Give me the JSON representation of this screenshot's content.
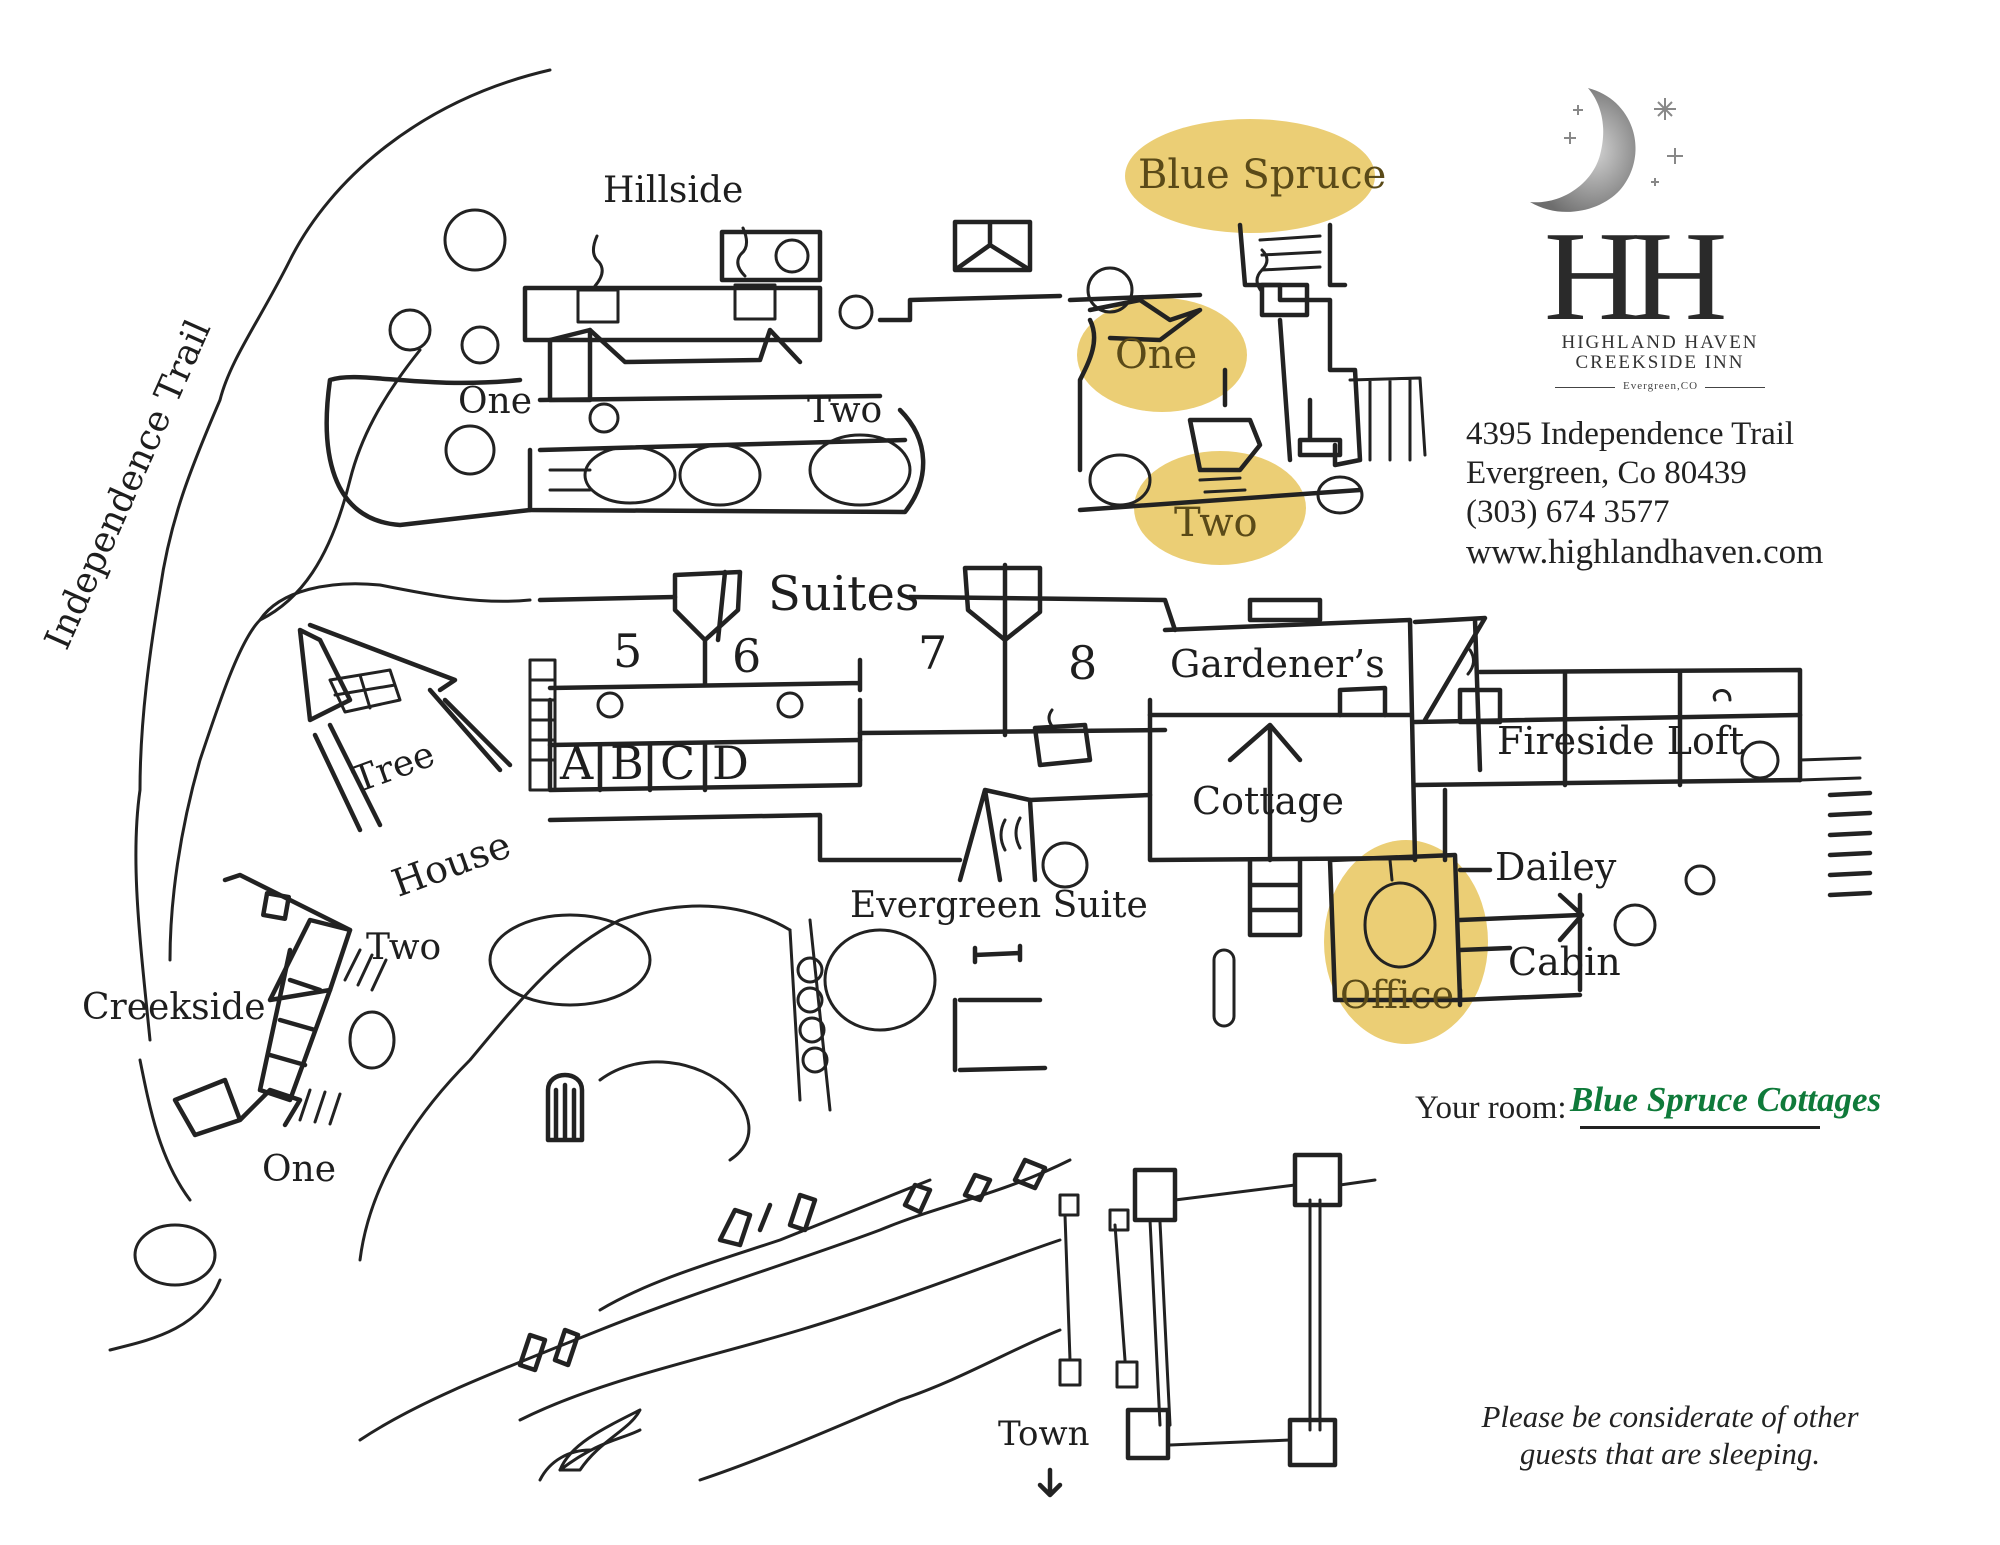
{
  "map": {
    "road_label": "Independence Trail",
    "buildings": {
      "hillside": {
        "title": "Hillside",
        "unit_one": "One",
        "unit_two": "Two"
      },
      "blue_spruce": {
        "title": "Blue Spruce",
        "unit_one": "One",
        "unit_two": "Two",
        "highlighted": true
      },
      "suites": {
        "title": "Suites",
        "numbers": [
          "5",
          "6",
          "7",
          "8"
        ],
        "letters": [
          "A",
          "B",
          "C",
          "D"
        ]
      },
      "tree_house": {
        "line1": "Tree",
        "line2": "House"
      },
      "creekside": {
        "title": "Creekside",
        "unit_one": "One",
        "unit_two": "Two"
      },
      "gardeners_cottage": {
        "line1": "Gardener’s",
        "line2": "Cottage"
      },
      "fireside_loft": {
        "title": "Fireside Loft"
      },
      "evergreen_suite": {
        "title": "Evergreen Suite"
      },
      "dailey_cabin": {
        "line1": "Dailey",
        "line2": "Cabin"
      },
      "office": {
        "title": "Office",
        "highlighted": true
      }
    },
    "town_label": "Town",
    "highlight_color": "#e6c04e"
  },
  "logo": {
    "monogram": "HH",
    "name_line1": "HIGHLAND HAVEN",
    "name_line2": "CREEKSIDE INN",
    "city": "Evergreen,CO"
  },
  "contact": {
    "address": "4395 Independence Trail",
    "city_state_zip": "Evergreen, Co 80439",
    "phone": "(303) 674 3577",
    "website": "www.highlandhaven.com"
  },
  "room": {
    "label": "Your room:",
    "value": "Blue Spruce Cottages",
    "value_color": "#0f7a3a"
  },
  "note": {
    "line1": "Please be considerate of other",
    "line2": "guests that are sleeping."
  }
}
